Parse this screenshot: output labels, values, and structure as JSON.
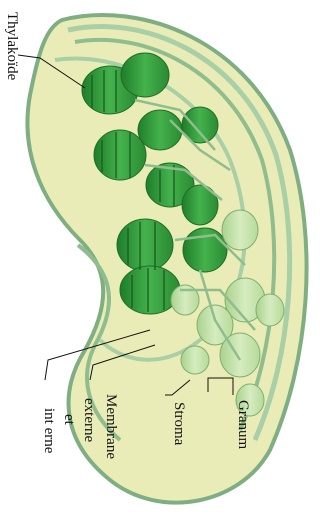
{
  "labels": {
    "thylakoide": "Thylakoïde",
    "membrane_line1": "Membrane",
    "membrane_line2": "externe",
    "membrane_line3": "et",
    "membrane_line4": "int erne",
    "stroma": "Stroma",
    "granum": "Granum"
  },
  "colors": {
    "stroma_fill": "#e9ecb6",
    "membrane_outer": "#7fae82",
    "membrane_inner": "#a9cfa7",
    "grana_dark": "#2f9c3a",
    "grana_mid": "#4fbd55",
    "grana_light": "#bfe0a6",
    "ink": "#111111"
  }
}
